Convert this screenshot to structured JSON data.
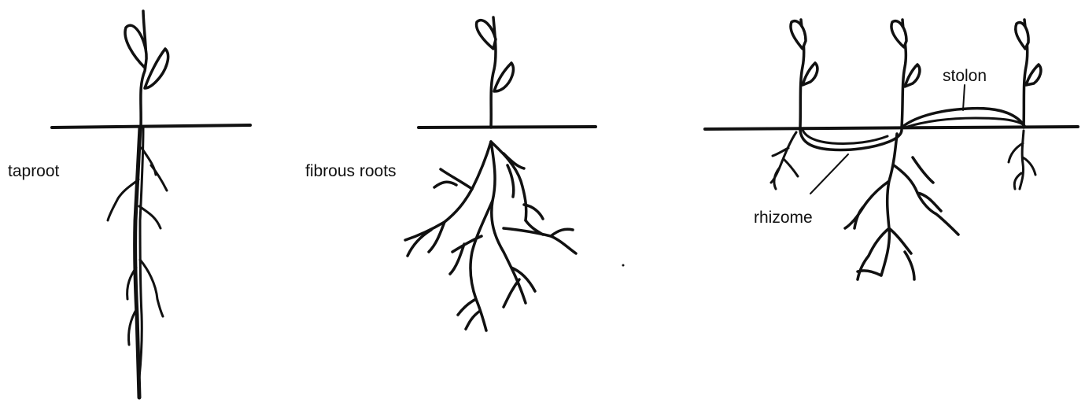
{
  "labels": {
    "taproot": "taproot",
    "fibrous_roots": "fibrous roots",
    "rhizome": "rhizome",
    "stolon": "stolon"
  }
}
